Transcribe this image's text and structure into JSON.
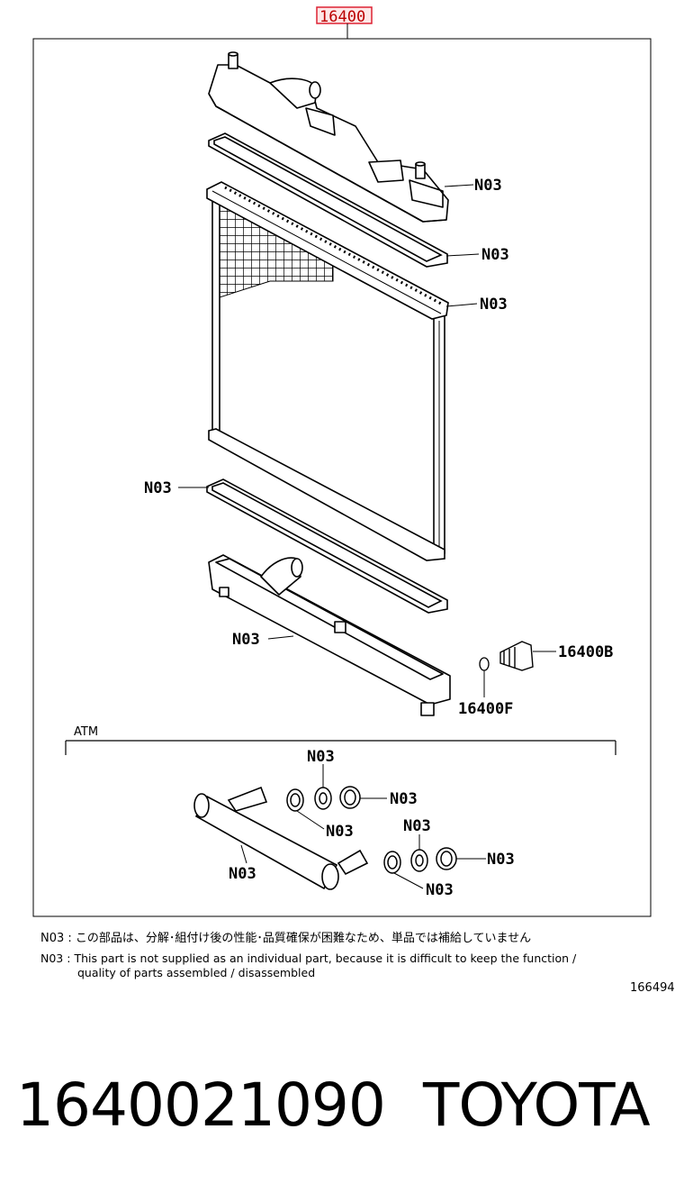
{
  "main_part_number": "16400",
  "callouts": {
    "upper_tank": "N03",
    "upper_gasket": "N03",
    "core_upper": "N03",
    "lower_gasket": "N03",
    "lower_tank": "N03",
    "drain_plug": "16400B",
    "drain_oring": "16400F",
    "atm_top": "N03",
    "atm_right1": "N03",
    "atm_mid1": "N03",
    "atm_top2": "N03",
    "atm_right2": "N03",
    "atm_bottom2": "N03",
    "atm_cooler": "N03"
  },
  "atm_label": "ATM",
  "notes": [
    {
      "code": "N03 :",
      "text": "この部品は、分解･組付け後の性能･品質確保が困難なため、単品では補給していません"
    },
    {
      "code": "N03 :",
      "text": "This part is not supplied as an individual part, because it is difficult to keep the function /"
    },
    {
      "code": "",
      "text": "quality of parts assembled / disassembled"
    }
  ],
  "diagram_id": "166494",
  "footer": {
    "part_number": "1640021090",
    "brand": "TOYOTA"
  }
}
